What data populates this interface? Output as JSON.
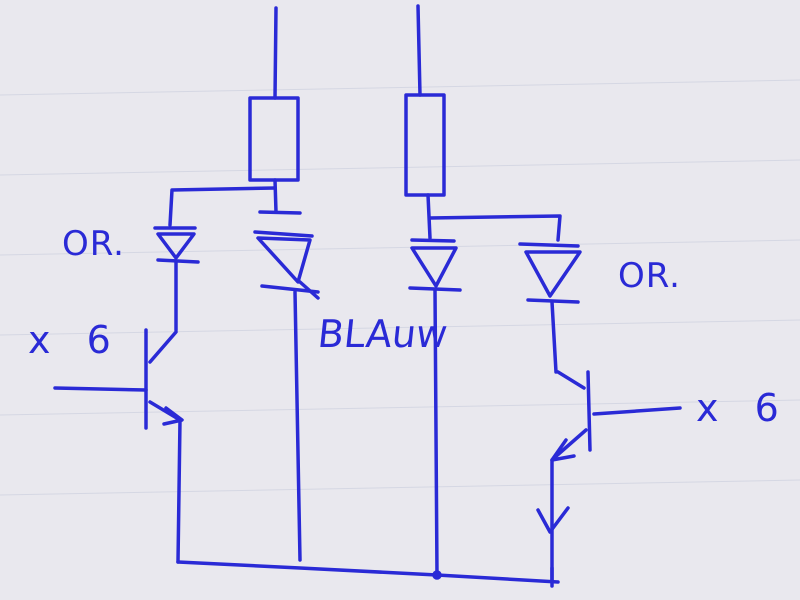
{
  "colors": {
    "ink": "#2a2ad6",
    "paper": "#e9e8ee",
    "rule": "#c9cde0"
  },
  "labels": {
    "or_left": "OR.",
    "or_right": "OR.",
    "x6_left": "x 6",
    "x6_right": "x 6",
    "blauw": "BLAuw"
  }
}
